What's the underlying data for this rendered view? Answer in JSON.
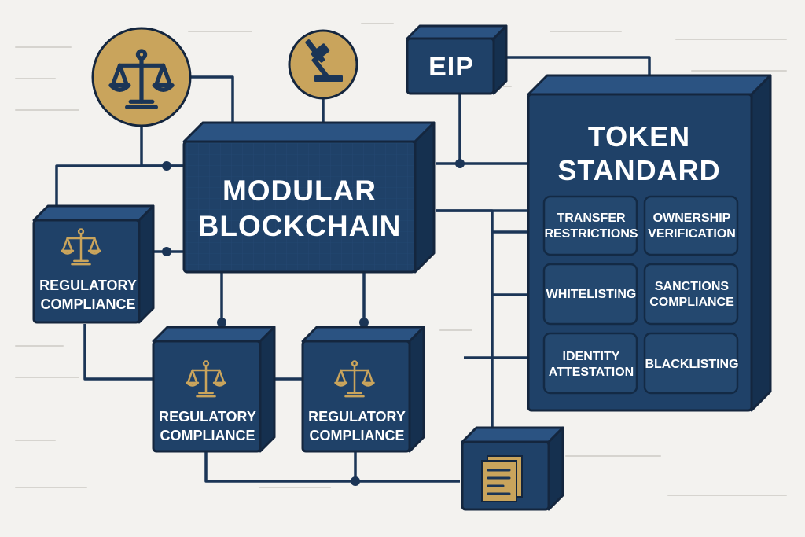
{
  "nodes": {
    "main": {
      "label": "MODULAR\nBLOCKCHAIN"
    },
    "eip": {
      "label": "EIP"
    },
    "token_standard": {
      "title": "TOKEN\nSTANDARD",
      "items": [
        "TRANSFER\nRESTRICTIONS",
        "OWNERSHIP\nVERIFICATION",
        "WHITELISTING",
        "SANCTIONS\nCOMPLIANCE",
        "IDENTITY\nATTESTATION",
        "BLACKLISTING"
      ]
    },
    "regulatory_left": {
      "label": "REGULATORY\nCOMPLIANCE"
    },
    "regulatory_bottom_1": {
      "label": "REGULATORY\nCOMPLIANCE"
    },
    "regulatory_bottom_2": {
      "label": "REGULATORY\nCOMPLIANCE"
    }
  },
  "icons": {
    "circle_1": "scales-icon",
    "circle_2": "gavel-icon",
    "document": "document-icon"
  },
  "colors": {
    "background": "#f3f2ef",
    "node_front": "#1f4168",
    "node_top": "#2b5382",
    "node_side": "#15304f",
    "outline": "#14263e",
    "gold": "#c9a45c"
  }
}
